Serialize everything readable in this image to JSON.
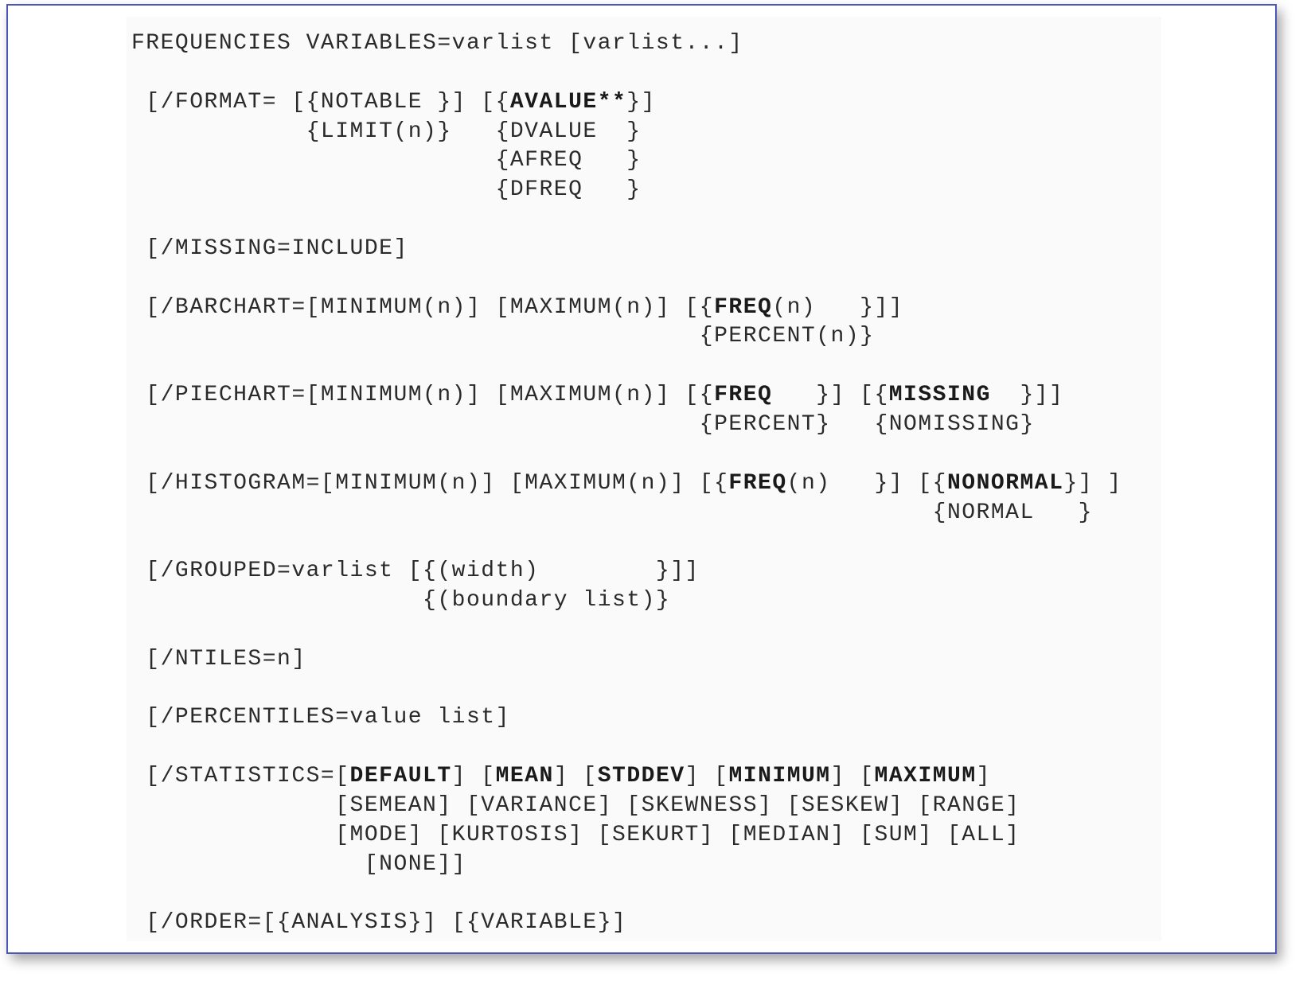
{
  "syntax": {
    "lines": [
      [
        {
          "t": "FREQUENCIES VARIABLES=varlist [varlist...]"
        }
      ],
      [],
      [
        {
          "t": " [/FORMAT= [{NOTABLE }] [{"
        },
        {
          "t": "AVALUE**",
          "b": true
        },
        {
          "t": "}]"
        }
      ],
      [
        {
          "t": "            {LIMIT(n)}   {DVALUE  }"
        }
      ],
      [
        {
          "t": "                         {AFREQ   }"
        }
      ],
      [
        {
          "t": "                         {DFREQ   }"
        }
      ],
      [],
      [
        {
          "t": " [/MISSING=INCLUDE]"
        }
      ],
      [],
      [
        {
          "t": " [/BARCHART=[MINIMUM(n)] [MAXIMUM(n)] [{"
        },
        {
          "t": "FREQ",
          "b": true
        },
        {
          "t": "(n)   }]]"
        }
      ],
      [
        {
          "t": "                                       {PERCENT(n)}"
        }
      ],
      [],
      [
        {
          "t": " [/PIECHART=[MINIMUM(n)] [MAXIMUM(n)] [{"
        },
        {
          "t": "FREQ",
          "b": true
        },
        {
          "t": "   }] [{"
        },
        {
          "t": "MISSING",
          "b": true
        },
        {
          "t": "  }]]"
        }
      ],
      [
        {
          "t": "                                       {PERCENT}   {NOMISSING}"
        }
      ],
      [],
      [
        {
          "t": " [/HISTOGRAM=[MINIMUM(n)] [MAXIMUM(n)] [{"
        },
        {
          "t": "FREQ",
          "b": true
        },
        {
          "t": "(n)   }] [{"
        },
        {
          "t": "NONORMAL",
          "b": true
        },
        {
          "t": "}] ]"
        }
      ],
      [
        {
          "t": "                                                       {NORMAL   }"
        }
      ],
      [],
      [
        {
          "t": " [/GROUPED=varlist [{(width)        }]]"
        }
      ],
      [
        {
          "t": "                    {(boundary list)}"
        }
      ],
      [],
      [
        {
          "t": " [/NTILES=n]"
        }
      ],
      [],
      [
        {
          "t": " [/PERCENTILES=value list]"
        }
      ],
      [],
      [
        {
          "t": " [/STATISTICS=["
        },
        {
          "t": "DEFAULT",
          "b": true
        },
        {
          "t": "] ["
        },
        {
          "t": "MEAN",
          "b": true
        },
        {
          "t": "] ["
        },
        {
          "t": "STDDEV",
          "b": true
        },
        {
          "t": "] ["
        },
        {
          "t": "MINIMUM",
          "b": true
        },
        {
          "t": "] ["
        },
        {
          "t": "MAXIMUM",
          "b": true
        },
        {
          "t": "]"
        }
      ],
      [
        {
          "t": "              [SEMEAN] [VARIANCE] [SKEWNESS] [SESKEW] [RANGE]"
        }
      ],
      [
        {
          "t": "              [MODE] [KURTOSIS] [SEKURT] [MEDIAN] [SUM] [ALL]"
        }
      ],
      [
        {
          "t": "                [NONE]]"
        }
      ],
      [],
      [
        {
          "t": " [/ORDER=[{ANALYSIS}] [{VARIABLE}]"
        }
      ]
    ]
  }
}
